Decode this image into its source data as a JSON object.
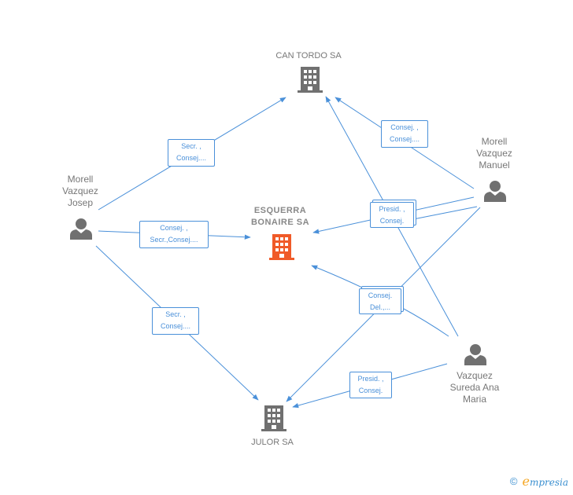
{
  "nodes": {
    "can_tordo": {
      "label": "CAN TORDO SA"
    },
    "esquerra": {
      "label_line1": "ESQUERRA",
      "label_line2": "BONAIRE SA"
    },
    "julor": {
      "label": "JULOR SA"
    },
    "josep": {
      "line1": "Morell",
      "line2": "Vazquez",
      "line3": "Josep"
    },
    "manuel": {
      "line1": "Morell",
      "line2": "Vazquez",
      "line3": "Manuel"
    },
    "ana_maria": {
      "line1": "Vazquez",
      "line2": "Sureda Ana",
      "line3": "Maria"
    }
  },
  "edges": {
    "josep_cantordo": {
      "line1": "Secr. ,",
      "line2": "Consej...."
    },
    "josep_esquerra": {
      "line1": "Consej. ,",
      "line2": "Secr.,Consej...."
    },
    "josep_julor": {
      "line1": "Secr. ,",
      "line2": "Consej...."
    },
    "manuel_cantordo": {
      "line1": "Consej. ,",
      "line2": "Consej...."
    },
    "manuel_esquerra": {
      "line1": "Presid. ,",
      "line2": "Consej."
    },
    "ana_esquerra": {
      "line1": "Consej.",
      "line2": "Del.,..."
    },
    "ana_julor": {
      "line1": "Presid. ,",
      "line2": "Consej."
    }
  },
  "colors": {
    "edge": "#4a90d9",
    "company_icon": "#707070",
    "focus_icon": "#f05a28",
    "person_icon": "#707070"
  },
  "footer": {
    "copyright": "©",
    "brand_initial": "e",
    "brand_rest": "mpresia"
  }
}
